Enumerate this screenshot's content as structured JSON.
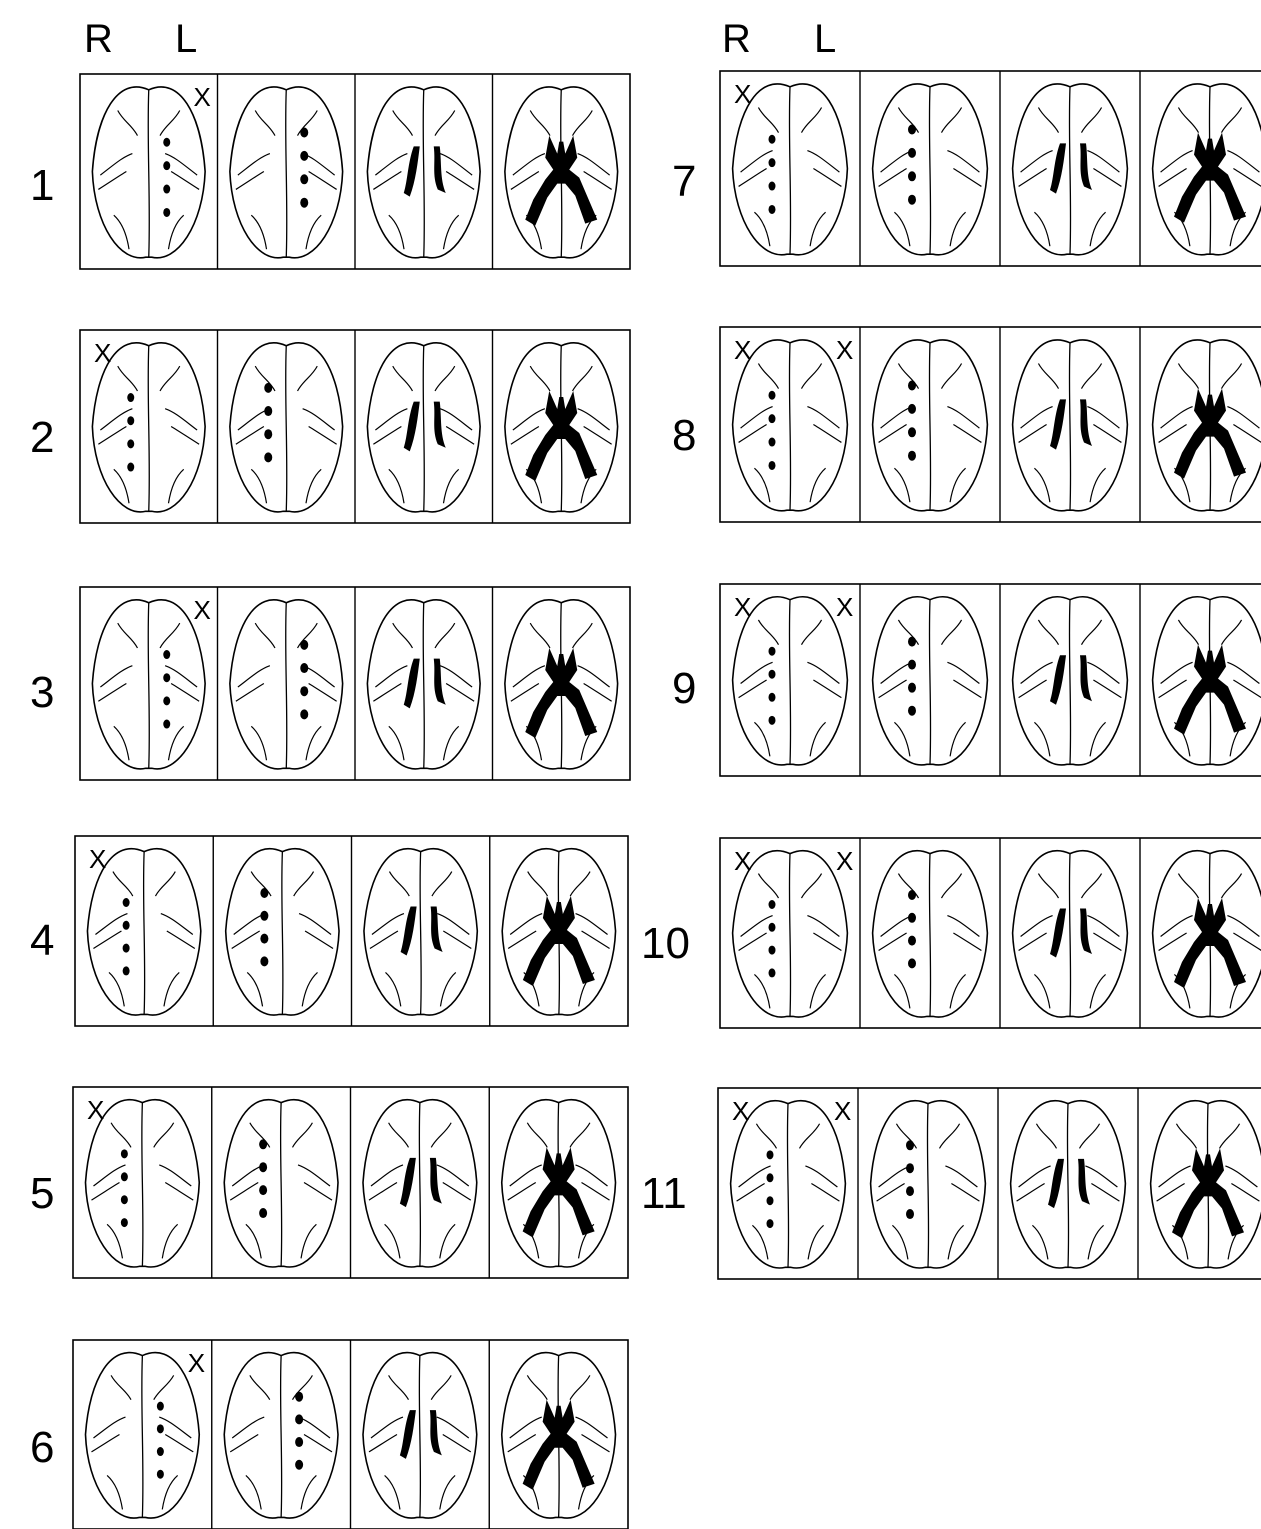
{
  "header_left": {
    "right_label": "R",
    "left_label": "L"
  },
  "header_right": {
    "right_label": "R",
    "left_label": "L"
  },
  "marker_symbol": "X",
  "colors": {
    "ink": "#000000",
    "background": "#ffffff"
  },
  "rows": [
    {
      "id": "1",
      "markers": [
        "left"
      ]
    },
    {
      "id": "2",
      "markers": [
        "right"
      ]
    },
    {
      "id": "3",
      "markers": [
        "left"
      ]
    },
    {
      "id": "4",
      "markers": [
        "right"
      ]
    },
    {
      "id": "5",
      "markers": [
        "right"
      ]
    },
    {
      "id": "6",
      "markers": [
        "left"
      ]
    },
    {
      "id": "7",
      "markers": [
        "right"
      ]
    },
    {
      "id": "8",
      "markers": [
        "right",
        "left"
      ]
    },
    {
      "id": "9",
      "markers": [
        "right",
        "left"
      ]
    },
    {
      "id": "10",
      "markers": [
        "right",
        "left"
      ]
    },
    {
      "id": "11",
      "markers": [
        "right",
        "left"
      ]
    }
  ]
}
